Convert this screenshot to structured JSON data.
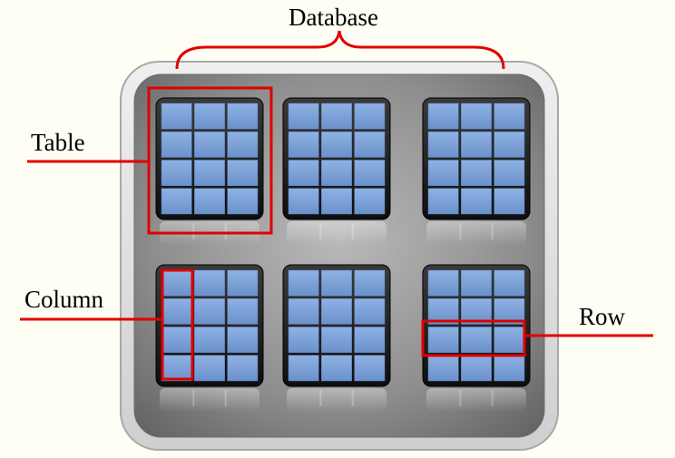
{
  "labels": {
    "database": "Database",
    "table": "Table",
    "column": "Column",
    "row": "Row"
  },
  "colors": {
    "background": "#fffef4",
    "highlight": "#e00000",
    "cell": "#7ea2d6",
    "grid_frame": "#1b1b1b",
    "container": "#8a8a8a"
  },
  "tables": [
    {
      "id": "table-1",
      "rows": 4,
      "cols": 3
    },
    {
      "id": "table-2",
      "rows": 4,
      "cols": 3
    },
    {
      "id": "table-3",
      "rows": 4,
      "cols": 3
    },
    {
      "id": "table-4",
      "rows": 4,
      "cols": 3
    },
    {
      "id": "table-5",
      "rows": 4,
      "cols": 3
    },
    {
      "id": "table-6",
      "rows": 4,
      "cols": 3
    }
  ]
}
